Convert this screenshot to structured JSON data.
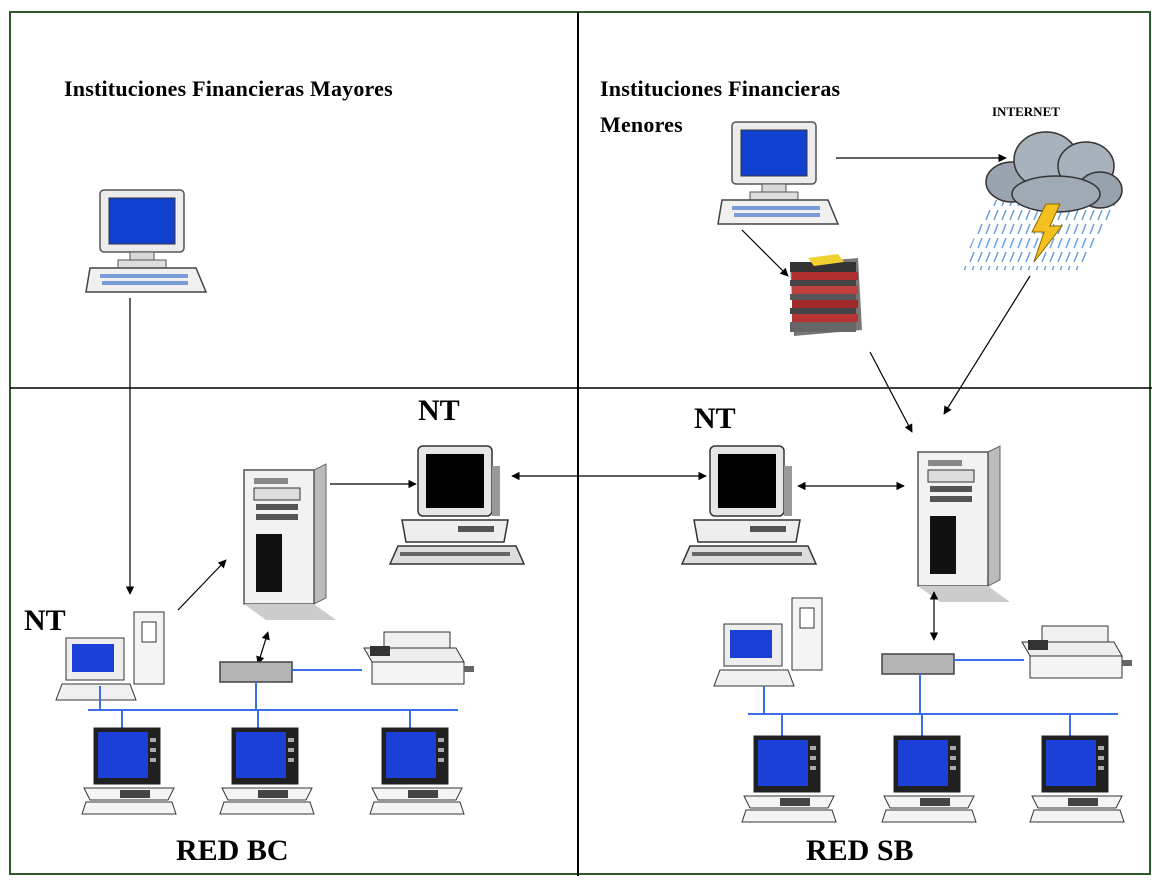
{
  "quadrants": {
    "top_left_title": "Instituciones Financieras Mayores",
    "top_right_title_line1": "Instituciones Financieras",
    "top_right_title_line2": "Menores"
  },
  "labels": {
    "internet": "INTERNET",
    "nt_left_server": "NT",
    "nt_right_server": "NT",
    "nt_left_workstation": "NT"
  },
  "networks": {
    "left": "RED BC",
    "right": "RED SB"
  },
  "colors": {
    "frame": "#2e5a2e",
    "lan_line": "#3a6ee8",
    "screen_blue": "#1040d0",
    "screen_black": "#000000"
  }
}
